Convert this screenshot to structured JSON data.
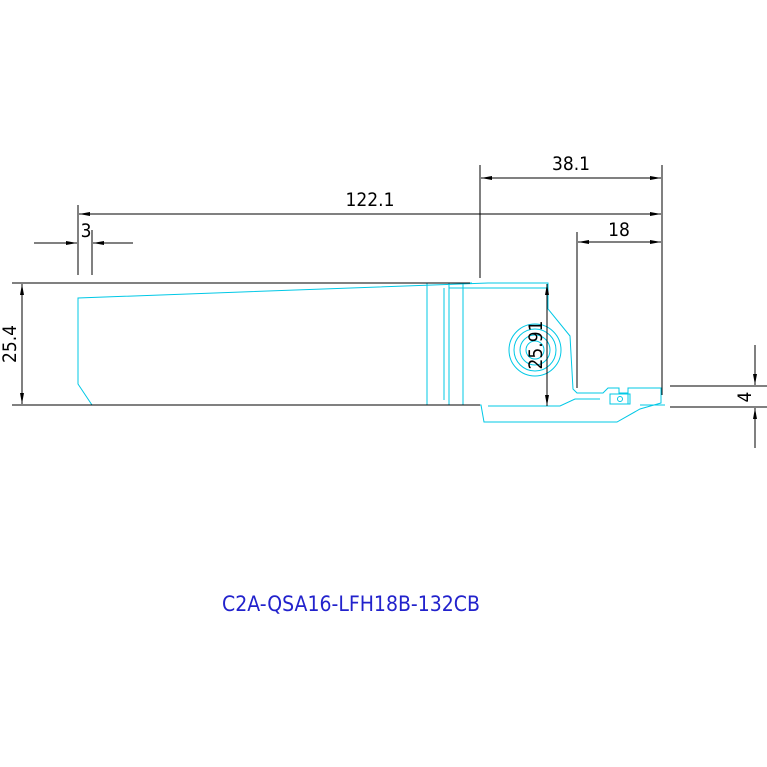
{
  "drawing": {
    "part_number": "C2A-QSA16-LFH18B-132CB",
    "dimensions": {
      "overall_length": "122.1",
      "head_length": "38.1",
      "cut_depth": "18",
      "chamfer": "3",
      "shank_height": "25.4",
      "head_height": "25.91",
      "blade_width": "4"
    }
  },
  "colors": {
    "outline": "#00c8e6",
    "dimension": "#000000",
    "label": "#2222cc",
    "background": "#ffffff"
  }
}
